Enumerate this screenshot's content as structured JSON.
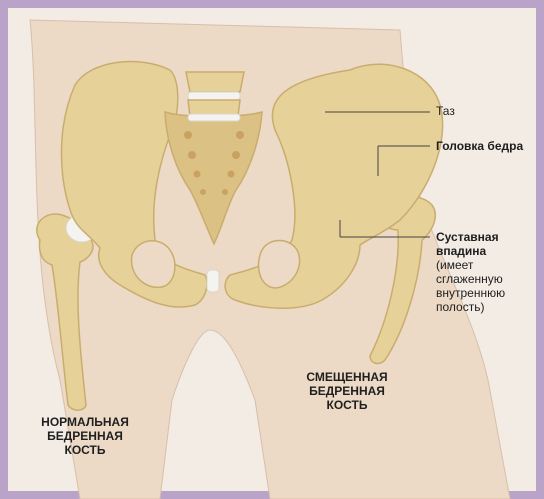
{
  "labels": {
    "pelvis": "Таз",
    "femoral_head": "Головка бедра",
    "socket_title_line1": "Суставная",
    "socket_title_line2": "впадина",
    "socket_note_line1": "(имеет",
    "socket_note_line2": "сглаженную",
    "socket_note_line3": "внутреннюю",
    "socket_note_line4": "полость)",
    "normal_femur": "НОРМАЛЬНАЯ\nБЕДРЕННАЯ\nКОСТЬ",
    "displaced_femur": "СМЕЩЕННАЯ\nБЕДРЕННАЯ\nКОСТЬ"
  },
  "colors": {
    "frame": "#b9a3c8",
    "background": "#f3ece4",
    "skin": "#ead7c4",
    "bone": "#e6d199",
    "bone_shadow": "#c9ad6e",
    "cartilage": "#f4f3ef"
  }
}
